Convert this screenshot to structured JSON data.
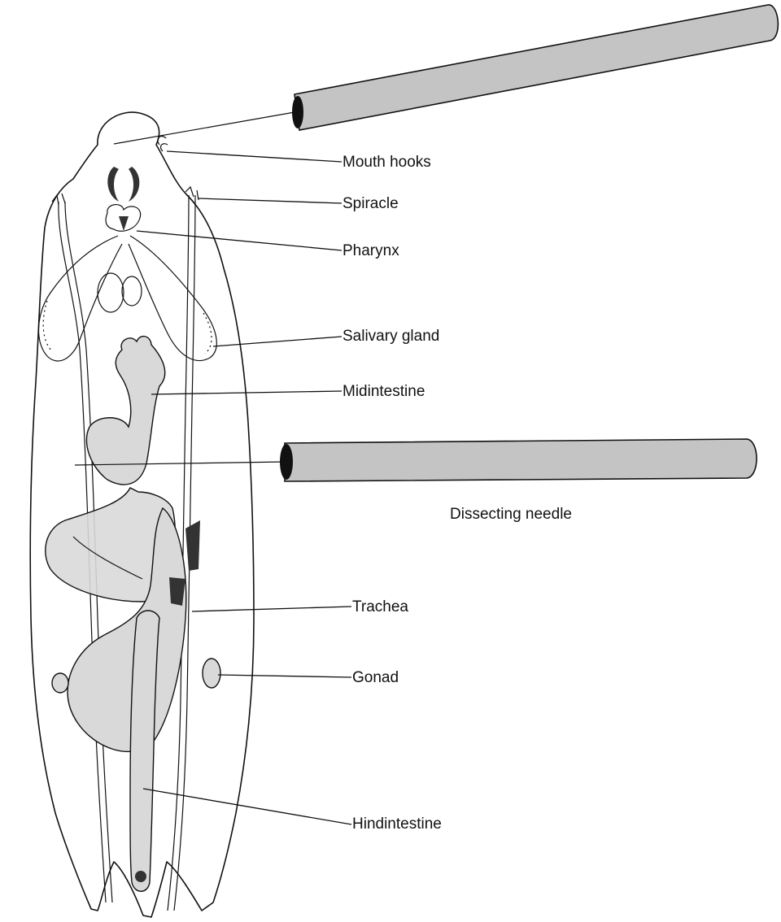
{
  "labels": {
    "mouth_hooks": "Mouth hooks",
    "spiracle": "Spiracle",
    "pharynx": "Pharynx",
    "salivary_gland": "Salivary gland",
    "midintestine": "Midintestine",
    "dissecting_needle": "Dissecting needle",
    "trachea": "Trachea",
    "gonad": "Gonad",
    "hindintestine": "Hindintestine"
  },
  "colors": {
    "line": "#111111",
    "needle_fill": "#c4c4c4",
    "organ_fill": "#d9d9d9",
    "dark_tissue": "#333333",
    "background": "#ffffff"
  }
}
